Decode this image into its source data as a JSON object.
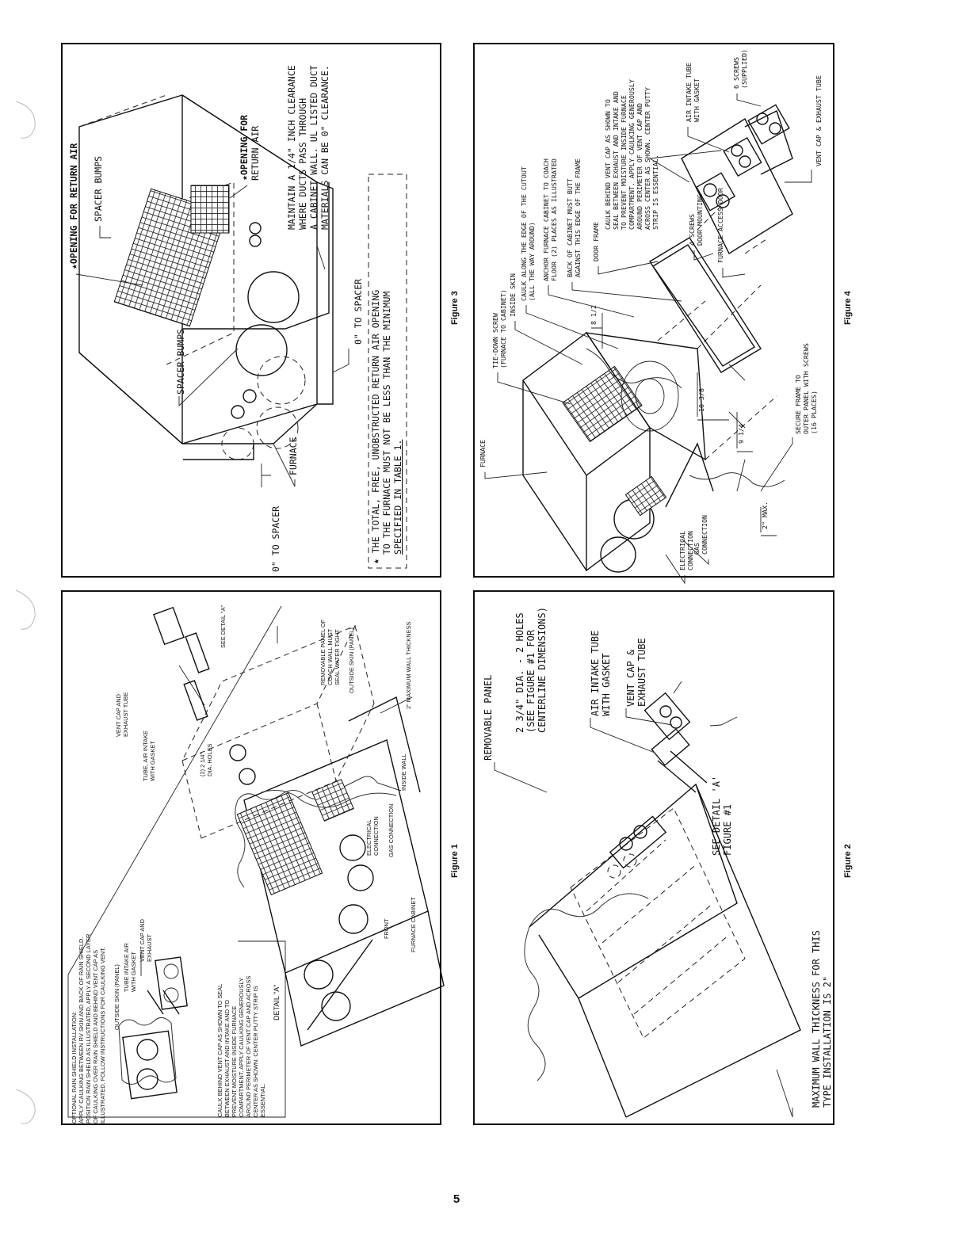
{
  "page_number": "5",
  "colors": {
    "ink": "#111111",
    "paper": "#ffffff"
  },
  "figure1": {
    "caption": "Figure 1",
    "labels": {
      "optional_rain_shield": "OPTIONAL RAIN SHIELD INSTALLATION:",
      "rain_shield_1": "APPLY CAULKING BETWEEN RV SKIN AND BACK OF RAIN SHIELD.",
      "rain_shield_2": "POSITION RAIN SHIELD AS ILLUSTRATED, APPLY A SECOND LAYER",
      "rain_shield_3": "OF CAULKING OVER RAIN SHIELD AND BEHIND VENT CAP AS",
      "rain_shield_4": "ILLUSTRATED. FOLLOW INSTRUCTIONS FOR CAULKING VENT.",
      "outside_skin_panel": "OUTSIDE SKIN (PANEL)",
      "tube_intake_1": "TUBE INTAKE AIR",
      "tube_intake_2": "WITH GASKET",
      "vent_cap_1": "VENT CAP AND",
      "vent_cap_2": "EXHAUST",
      "caulk_1": "CAULK BEHIND VENT CAP AS SHOWN TO SEAL",
      "caulk_2": "BETWEEN EXHAUST AND INTAKE AND TO",
      "caulk_3": "PREVENT MOISTURE INSIDE FURNACE",
      "caulk_4": "COMPARTMENT. APPLY CAULKING GENEROUSLY",
      "caulk_5": "AROUND PERIMETER OF VENT CAP AND ACROSS",
      "caulk_6": "CENTER AS SHOWN. CENTER PUTTY STRIP IS",
      "caulk_7": "ESSENTIAL.",
      "detail_a": "DETAIL \"A\"",
      "vent_cap_exhaust_1": "VENT CAP AND",
      "vent_cap_exhaust_2": "EXHAUST TUBE",
      "tube_air_intake_1": "TUBE, AIR INTAKE",
      "tube_air_intake_2": "WITH GASKET",
      "see_detail_a": "SEE DETAIL \"A\"",
      "dia_holes_1": "(2) 2 1/4\"",
      "dia_holes_2": "DIA. HOLES",
      "removable_panel_1": "REMOVABLE PANEL OF",
      "removable_panel_2": "COACH WALL MUST",
      "removable_panel_3": "SEAL WATER TIGHT",
      "outside_skin": "OUTSIDE SKIN (PANEL)",
      "max_wall": "2\" MAXIMUM WALL THICKNESS",
      "electrical_1": "ELECTRICAL",
      "electrical_2": "CONNECTION",
      "gas_connection": "GAS CONNECTION",
      "inside_wall": "INSIDE WALL",
      "furnace_cabinet": "FURNACE CABINET",
      "front": "FRONT"
    }
  },
  "figure2": {
    "caption": "Figure 2",
    "labels": {
      "removable_panel": "REMOVABLE PANEL",
      "holes_1": "2 3/4\" DIA. - 2 HOLES",
      "holes_2": "(SEE FIGURE #1 FOR",
      "holes_3": "CENTERLINE DIMENSIONS)",
      "air_intake_1": "AIR INTAKE TUBE",
      "air_intake_2": "WITH GASKET",
      "vent_cap_1": "VENT CAP &",
      "vent_cap_2": "EXHAUST TUBE",
      "see_detail_1": "SEE DETAIL 'A'",
      "see_detail_2": "FIGURE #1",
      "max_wall_1": "MAXIMUM WALL THICKNESS FOR THIS",
      "max_wall_2": "TYPE INSTALLATION IS 2\""
    }
  },
  "figure3": {
    "caption": "Figure 3",
    "labels": {
      "opening_top": "OPENING FOR RETURN AIR",
      "spacer_bumps_top": "SPACER BUMPS",
      "opening_side_1": "OPENING FOR",
      "opening_side_2": "RETURN AIR",
      "maintain_1": "MAINTAIN A 1/4\" INCH CLEARANCE",
      "maintain_2": "WHERE DUCTS PASS THROUGH",
      "maintain_3": "A CABINET WALL. UL LISTED DUCT",
      "maintain_4": "MATERIALS CAN BE 0\" CLEARANCE.",
      "spacer_bumps_mid": "SPACER BUMPS",
      "zero_spacer_right": "0\" TO SPACER",
      "furnace": "FURNACE",
      "zero_spacer_left": "0\" TO SPACER",
      "note_1": "THE TOTAL, FREE, UNOBSTRUCTED RETURN AIR OPENING",
      "note_2": "TO THE FURNACE MUST NOT BE LESS THAN THE MINIMUM",
      "note_3": "SPECIFIED IN TABLE 1."
    }
  },
  "figure4": {
    "caption": "Figure 4",
    "labels": {
      "furnace": "FURNACE",
      "tie_down_1": "TIE-DOWN SCREW",
      "tie_down_2": "(FURNACE TO CABINET)",
      "inside_skin": "INSIDE SKIN",
      "caulk_edge_1": "CAULK ALONG THE EDGE OF THE CUTOUT",
      "caulk_edge_2": "(ALL THE WAY AROUND)",
      "anchor_1": "ANCHOR FURNACE CABINET TO COACH",
      "anchor_2": "FLOOR (2) PLACES AS ILLUSTRATED",
      "back_1": "BACK OF CABINET MUST BUTT",
      "back_2": "AGAINST THIS EDGE OF THE FRAME",
      "door_frame": "DOOR FRAME",
      "caulk_1": "CAULK BEHIND VENT CAP AS SHOWN TO",
      "caulk_2": "SEAL BETWEEN EXHAUST AND INTAKE AND",
      "caulk_3": "TO PREVENT MOISTURE INSIDE FURNACE",
      "caulk_4": "COMPARTMENT. APPLY CAULKING GENEROUSLY",
      "caulk_5": "AROUND PERIMETER OF VENT CAP AND",
      "caulk_6": "ACROSS CENTER AS SHOWN. CENTER PUTTY",
      "caulk_7": "STRIP IS ESSENTIAL.",
      "air_intake_1": "AIR INTAKE TUBE",
      "air_intake_2": "WITH GASKET",
      "six_screws_1": "6 SCREWS",
      "six_screws_2": "(SUPPLIED)",
      "vent_exhaust": "VENT CAP & EXHAUST TUBE",
      "four_screws_1": "4 SCREWS",
      "four_screws_2": "DOOR MOUNTING",
      "access_door": "FURNACE ACCESS DOOR",
      "secure_1": "SECURE FRAME TO",
      "secure_2": "OUTER PANEL WITH SCREWS",
      "secure_3": "(16 PLACES)",
      "electrical_1": "ELECTRICAL",
      "electrical_2": "CONNECTION",
      "gas_1": "GAS",
      "gas_2": "CONNECTION",
      "dim_a": "8 1/2",
      "dim_b": "10 3/8",
      "dim_c": "9 1/4",
      "dim_d": "2\" MAX."
    }
  }
}
